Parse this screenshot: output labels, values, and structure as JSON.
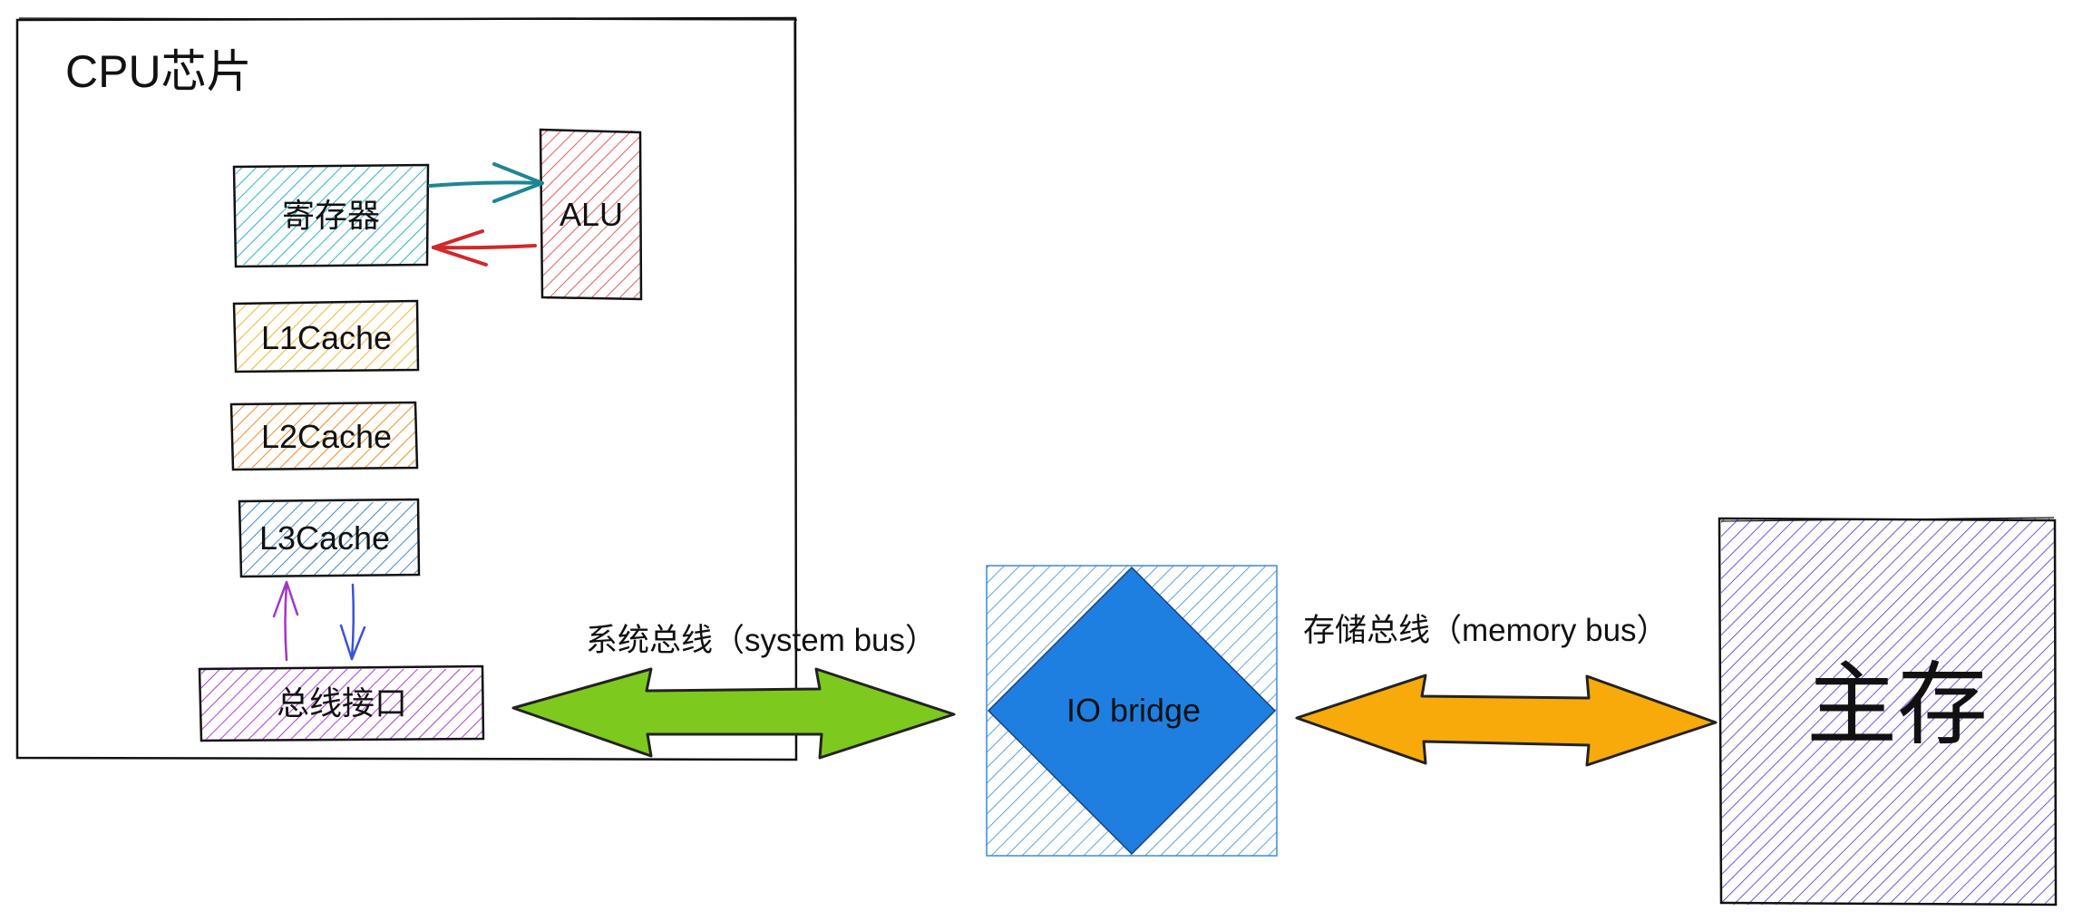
{
  "cpu_chip": {
    "title": "CPU芯片",
    "title_color": "#c8282a"
  },
  "components": {
    "registers": {
      "label": "寄存器",
      "color": "#2ab7c4"
    },
    "alu": {
      "label": "ALU",
      "color": "#e85b5b"
    },
    "l1_cache": {
      "label": "L1Cache",
      "color": "#f2b52e"
    },
    "l2_cache": {
      "label": "L2Cache",
      "color": "#f28a1f"
    },
    "l3_cache": {
      "label": "L3Cache",
      "color": "#3a8ad6"
    },
    "bus_interface": {
      "label": "总线接口",
      "color": "#b23bd1"
    },
    "io_bridge": {
      "label": "IO bridge",
      "color": "#1e7fe0",
      "hatch_color": "#3a8ad6"
    },
    "main_memory": {
      "label": "主存",
      "color": "#7b4fe0"
    }
  },
  "buses": {
    "system_bus": {
      "label": "系统总线（system bus）",
      "color": "#7ec91e"
    },
    "memory_bus": {
      "label": "存储总线（memory bus）",
      "color": "#f7aa0a"
    }
  },
  "arrows": {
    "reg_to_alu": {
      "color": "#1e8596"
    },
    "alu_to_reg": {
      "color": "#d1282a"
    },
    "bus_to_l3": {
      "color": "#a235c9"
    },
    "l3_to_bus": {
      "color": "#3c52d6"
    }
  }
}
